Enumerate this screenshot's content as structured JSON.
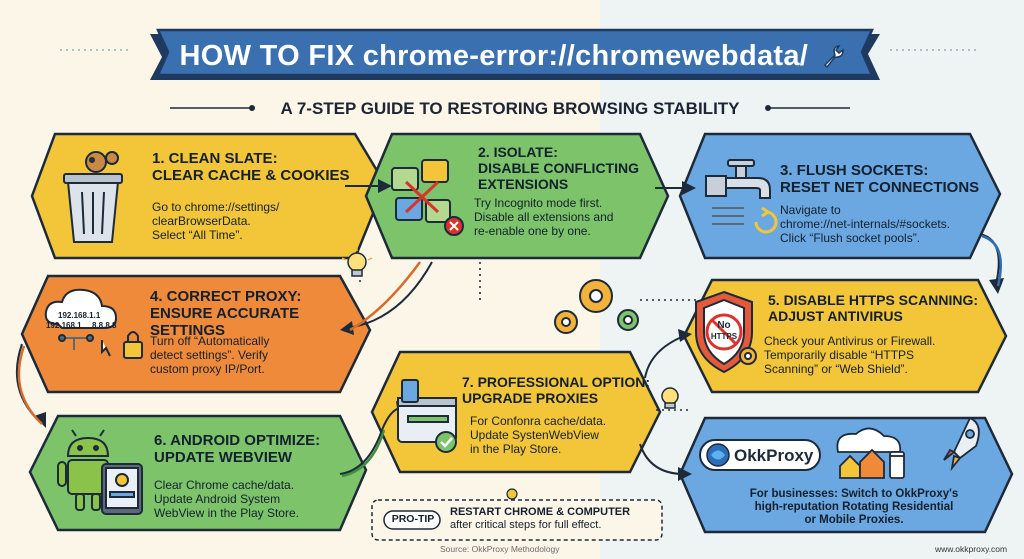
{
  "header": {
    "title": "HOW TO FIX chrome-error://chromewebdata/",
    "subtitle": "A 7-STEP GUIDE TO RESTORING BROWSING STABILITY",
    "title_icon": "wrench-icon"
  },
  "steps": [
    {
      "title": "1. CLEAN SLATE: CLEAR CACHE & COOKIES",
      "title_line1": "1. CLEAN SLATE:",
      "title_line2": "CLEAR CACHE & COOKIES",
      "line1": "Go to chrome://settings/",
      "line2": "clearBrowserData.",
      "line3": "Select “All Time”.",
      "icon": "trash-can-icon",
      "color": "#f3c63a"
    },
    {
      "title": "2. ISOLATE: DISABLE CONFLICTING EXTENSIONS",
      "title_line1": "2. ISOLATE:",
      "title_line2": "DISABLE CONFLICTING",
      "title_line3": "EXTENSIONS",
      "line1": "Try Incognito mode first.",
      "line2": "Disable all extensions and",
      "line3": "re-enable one by one.",
      "icon": "puzzle-pieces-icon",
      "color": "#7cc36a"
    },
    {
      "title": "3. FLUSH SOCKETS: RESET NET CONNECTIONS",
      "title_line1": "3. FLUSH SOCKETS:",
      "title_line2": "RESET NET CONNECTIONS",
      "line1": "Navigate to",
      "line2": "chrome://net-internals/#sockets.",
      "line3": "Click “Flush socket pools”.",
      "icon": "faucet-icon",
      "color": "#6ba7e0"
    },
    {
      "title": "4. CORRECT PROXY: ENSURE ACCURATE SETTINGS",
      "title_line1": "4. CORRECT PROXY:",
      "title_line2": "ENSURE ACCURATE SETTINGS",
      "line1": "Turn off “Automatically",
      "line2": "detect settings”. Verify",
      "line3": "custom proxy IP/Port.",
      "icon": "cloud-lock-icon",
      "ip1": "192.168.1.1",
      "ip2": "192.168.1",
      "ip3": "8.8.8.8",
      "color": "#ef8a3a"
    },
    {
      "title": "5. DISABLE HTTPS SCANNING: ADJUST ANTIVIRUS",
      "title_line1": "5. DISABLE HTTPS SCANNING:",
      "title_line2": "ADJUST ANTIVIRUS",
      "line1": "Check your Antivirus or Firewall.",
      "line2": "Temporarily disable “HTTPS",
      "line3": "Scanning” or “Web Shield”.",
      "icon": "shield-icon",
      "badge_line1": "No",
      "badge_line2": "HTTPS",
      "color": "#f3c63a"
    },
    {
      "title": "6. ANDROID OPTIMIZE: UPDATE WEBVIEW",
      "title_line1": "6. ANDROID OPTIMIZE:",
      "title_line2": "UPDATE WEBVIEW",
      "line1": "Clear Chrome cache/data.",
      "line2": "Update Android System",
      "line3": "WebView in the Play Store.",
      "icon": "android-icon",
      "color": "#7cc36a"
    },
    {
      "title": "7. PROFESSIONAL OPTION: UPGRADE PROXIES",
      "title_line1": "7. PROFESSIONAL OPTION:",
      "title_line2": "UPGRADE PROXIES",
      "line1": "For Confonra cache/data.",
      "line2": "Update SystenWebView",
      "line3": "in the Play Store.",
      "icon": "usb-drive-icon",
      "color": "#f3c63a"
    }
  ],
  "promo": {
    "brand": "OkkProxy",
    "line1": "For businesses: Switch to OkkProxy's",
    "line2": "high-reputation Rotating Residential",
    "line3": "or Mobile Proxies.",
    "icon": "rocket-icon",
    "color": "#6ba7e0"
  },
  "protip": {
    "label": "PRO-TIP",
    "line1": "RESTART CHROME & COMPUTER",
    "line2": "after critical steps for full effect."
  },
  "footer": {
    "source": "Source: OkkProxy Methodology",
    "url": "www.okkproxy.com"
  },
  "colors": {
    "navy": "#1f3a5f",
    "banner": "#3a6fb0",
    "outline": "#1d2a3a"
  }
}
